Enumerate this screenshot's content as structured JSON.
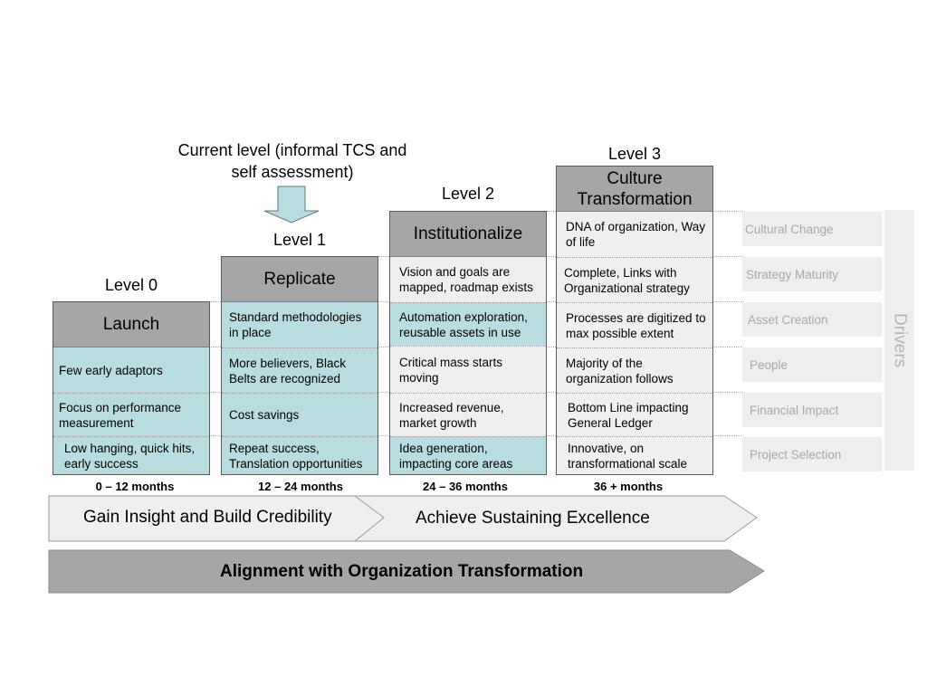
{
  "current_level_note": "Current level (informal TCS and self assessment)",
  "levels": [
    {
      "level": "Level 0",
      "name": "Launch"
    },
    {
      "level": "Level 1",
      "name": "Replicate"
    },
    {
      "level": "Level 2",
      "name": "Institutionalize"
    },
    {
      "level": "Level 3",
      "name": "Culture Transformation"
    }
  ],
  "cells": {
    "level0": [
      "Few early adaptors",
      "Focus on performance measurement",
      "Low hanging, quick hits, early success"
    ],
    "level1": [
      "Standard methodologies in place",
      "More believers, Black Belts are recognized",
      "Cost savings",
      "Repeat success, Translation opportunities"
    ],
    "level2": [
      "Vision and goals are mapped, roadmap exists",
      "Automation exploration, reusable assets in use",
      "Critical mass starts moving",
      "Increased revenue, market growth",
      "Idea generation, impacting core areas"
    ],
    "level3": [
      "DNA of organization, Way of life",
      "Complete, Links with Organizational strategy",
      "Processes are digitized to max possible extent",
      "Majority of the organization follows",
      "Bottom Line impacting General Ledger",
      "Innovative, on transformational scale"
    ]
  },
  "drivers": {
    "label": "Drivers",
    "items": [
      "Cultural Change",
      "Strategy Maturity",
      "Asset Creation",
      "People",
      "Financial Impact",
      "Project Selection"
    ]
  },
  "timeline": [
    "0 – 12 months",
    "12 – 24 months",
    "24 – 36 months",
    "36 + months"
  ],
  "phases": {
    "phase1": "Gain Insight and Build Credibility",
    "phase2": "Achieve Sustaining Excellence",
    "alignment": "Alignment with Organization Transformation"
  },
  "colors": {
    "header_grey": "#a6a6a6",
    "cyan": "#b7dde1",
    "light_grey": "#efefef",
    "arrow_fill": "#b7dde1",
    "alignment_fill": "#a6a6a6"
  }
}
